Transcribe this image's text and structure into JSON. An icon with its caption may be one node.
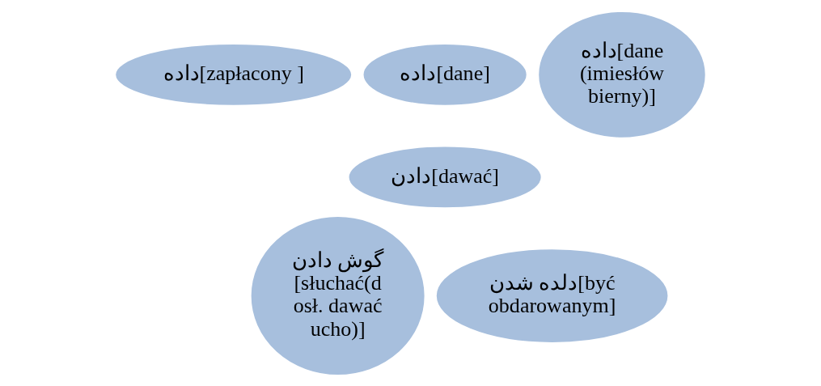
{
  "diagram": {
    "nodes": [
      {
        "text": [
          "داده[dane]"
        ]
      },
      {
        "text": [
          "داده[zapłacony ]"
        ]
      },
      {
        "text": [
          "داده[dane (imiesłów bierny)]"
        ]
      },
      {
        "text": [
          "دادن[dawać]"
        ]
      },
      {
        "text": [
          "گوش دادن [słuchać(d osł. dawać ucho)]"
        ]
      },
      {
        "text": [
          "دلده شدن[być obdarowanym]"
        ]
      }
    ]
  }
}
